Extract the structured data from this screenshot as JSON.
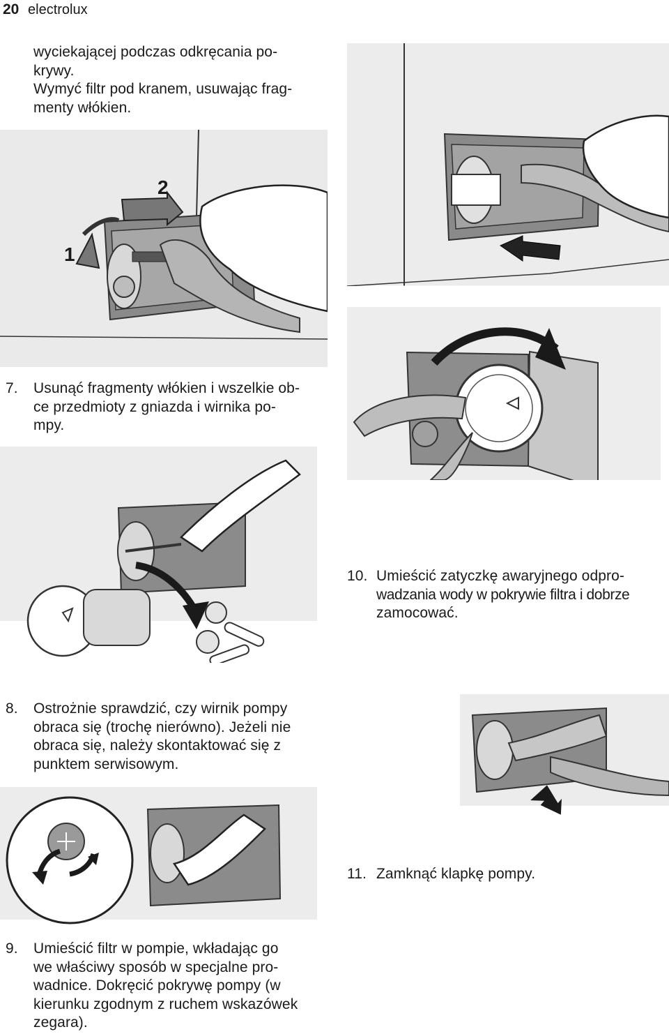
{
  "header": {
    "page_number": "20",
    "brand": "electrolux"
  },
  "intro": {
    "lines": [
      "wyciekającej podczas odkręcania po-",
      "krywy.",
      "Wymyć filtr pod kranem, usuwając frag-",
      "menty włókien."
    ]
  },
  "figure1": {
    "label_1": "1",
    "label_2": "2"
  },
  "step7": {
    "number": "7.",
    "lines": [
      "Usunąć fragmenty włókien i wszelkie ob-",
      "ce przedmioty z gniazda i wirnika po-",
      "mpy."
    ]
  },
  "step8": {
    "number": "8.",
    "lines": [
      "Ostrożnie sprawdzić, czy wirnik pompy",
      "obraca się (trochę nierówno). Jeżeli nie",
      "obraca się, należy skontaktować się z",
      "punktem serwisowym."
    ]
  },
  "step9": {
    "number": "9.",
    "lines": [
      "Umieścić filtr w pompie, wkładając go",
      "we właściwy sposób w specjalne pro-",
      "wadnice. Dokręcić pokrywę pompy (w",
      "kierunku zgodnym z ruchem wskazówek",
      "zegara)."
    ]
  },
  "step10": {
    "number": "10.",
    "lines": [
      "Umieścić zatyczkę awaryjnego odpro-",
      "wadzania wody w pokrywie filtra i dobrze",
      "zamocować."
    ]
  },
  "step11": {
    "number": "11.",
    "text": "Zamknąć klapkę pompy."
  }
}
